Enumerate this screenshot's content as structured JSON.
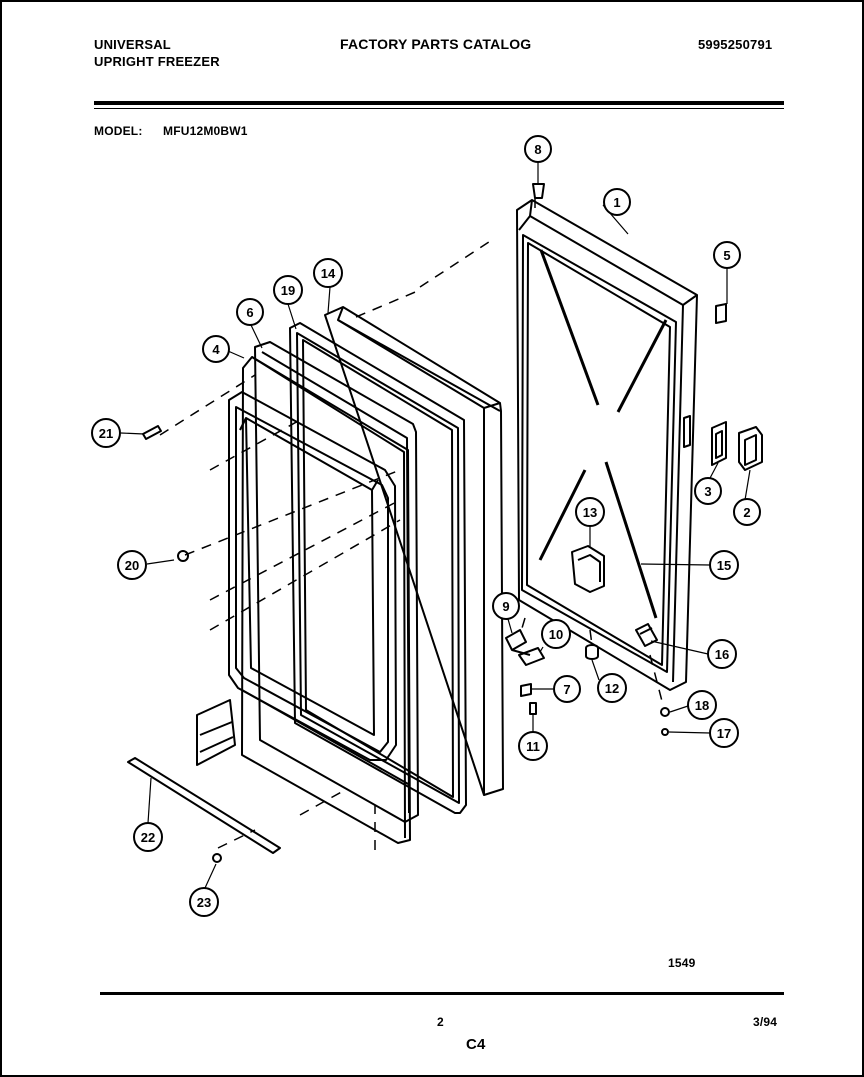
{
  "header": {
    "brand_line1": "UNIVERSAL",
    "brand_line2": "UPRIGHT FREEZER",
    "catalog_title": "FACTORY PARTS CATALOG",
    "catalog_number": "5995250791"
  },
  "model": {
    "label": "MODEL:",
    "value": "MFU12M0BW1"
  },
  "diagram": {
    "part_numbers": [
      "1",
      "2",
      "3",
      "4",
      "5",
      "6",
      "7",
      "8",
      "9",
      "10",
      "11",
      "12",
      "13",
      "14",
      "15",
      "16",
      "17",
      "18",
      "19",
      "20",
      "21",
      "22",
      "23"
    ],
    "drawing_code": "1549"
  },
  "footer": {
    "page_number": "2",
    "date": "3/94",
    "section": "C4"
  }
}
